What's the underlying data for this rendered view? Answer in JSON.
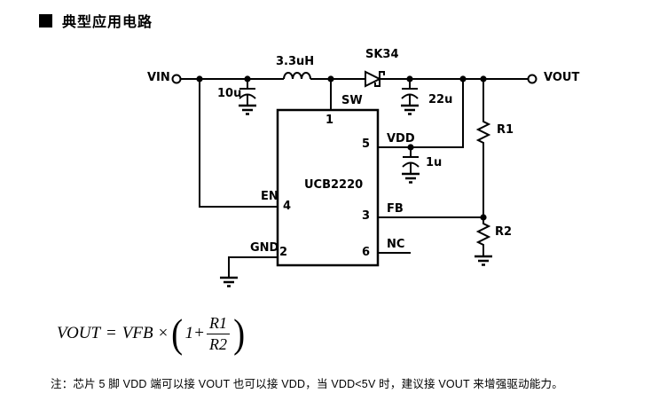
{
  "header": {
    "title": "典型应用电路"
  },
  "circuit": {
    "nets": {
      "vin": "VIN",
      "vout": "VOUT"
    },
    "components": {
      "inductor_value": "3.3uH",
      "diode_part": "SK34",
      "cap_in_value": "10u",
      "cap_out_value": "22u",
      "cap_vdd_value": "1u",
      "r1_ref": "R1",
      "r2_ref": "R2",
      "ic_part": "UCB2220"
    },
    "pins": {
      "sw": "SW",
      "vdd": "VDD",
      "en": "EN",
      "fb": "FB",
      "gnd": "GND",
      "nc": "NC",
      "n1": "1",
      "n2": "2",
      "n3": "3",
      "n4": "4",
      "n5": "5",
      "n6": "6"
    }
  },
  "formula": {
    "lhs": "VOUT",
    "equals": "=",
    "vfb": "VFB",
    "times": "×",
    "lparen": "(",
    "one_plus": "1+",
    "numerator": "R1",
    "denominator": "R2",
    "rparen": ")"
  },
  "note": "注：芯片 5 脚 VDD 端可以接 VOUT 也可以接 VDD，当 VDD<5V 时，建议接 VOUT 来增强驱动能力。"
}
